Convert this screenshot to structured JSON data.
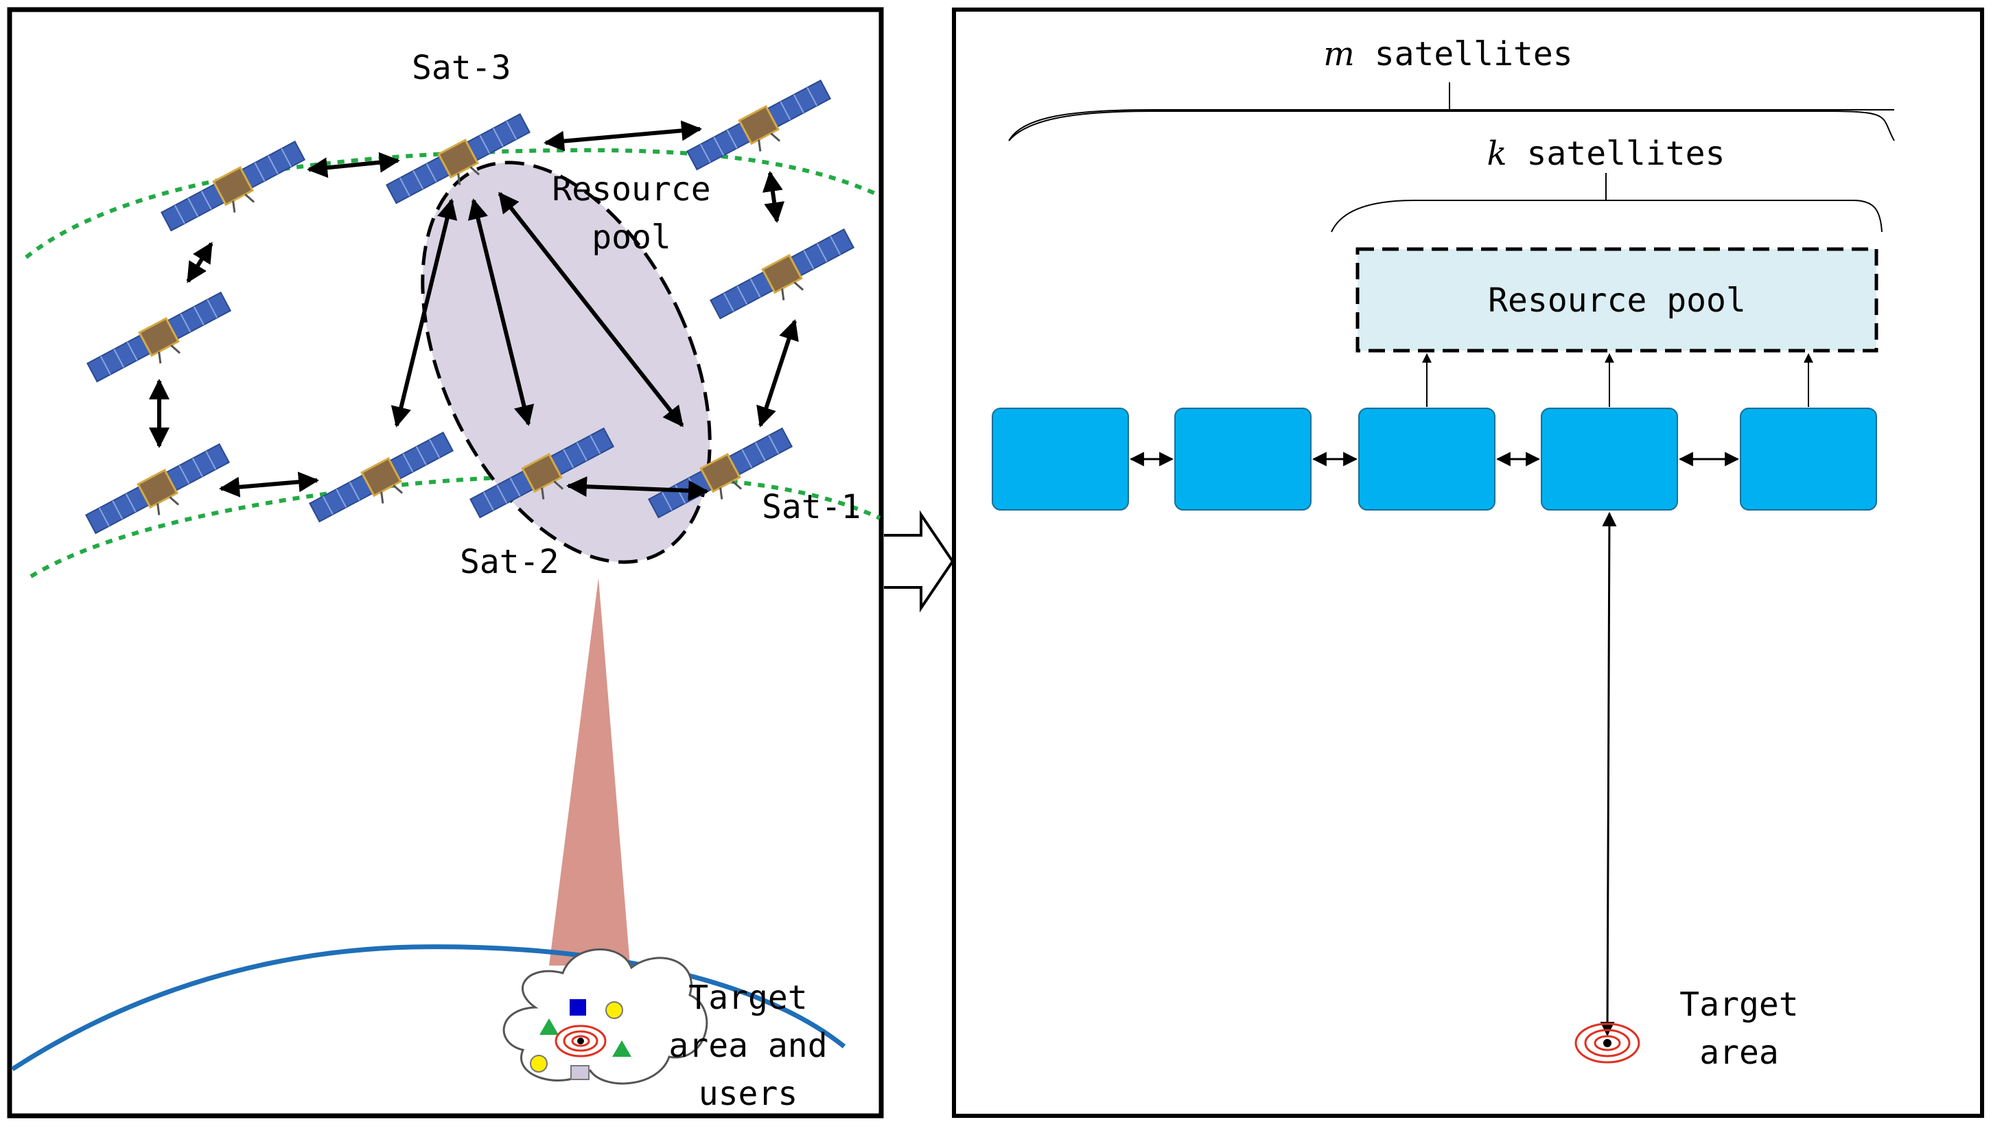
{
  "left_panel": {
    "labels": {
      "sat3": "Sat-3",
      "sat2": "Sat-2",
      "sat1": "Sat-1",
      "resource_pool_line1": "Resource",
      "resource_pool_line2": "pool",
      "target_line1": "Target",
      "target_line2": "area and",
      "target_line3": "users"
    }
  },
  "right_panel": {
    "m_var": "m",
    "m_label": " satellites",
    "k_var": "k",
    "k_label": " satellites",
    "resource_pool": "Resource pool",
    "target_line1": "Target",
    "target_line2": "area"
  },
  "colors": {
    "orbit": "#22aa44",
    "pool_fill": "#d9d3e3",
    "beam": "#d8958c",
    "earth": "#1f6fb8",
    "node_fill": "#00b0f0",
    "pool_box_fill": "#daeef3",
    "target_ring": "#e03020"
  }
}
